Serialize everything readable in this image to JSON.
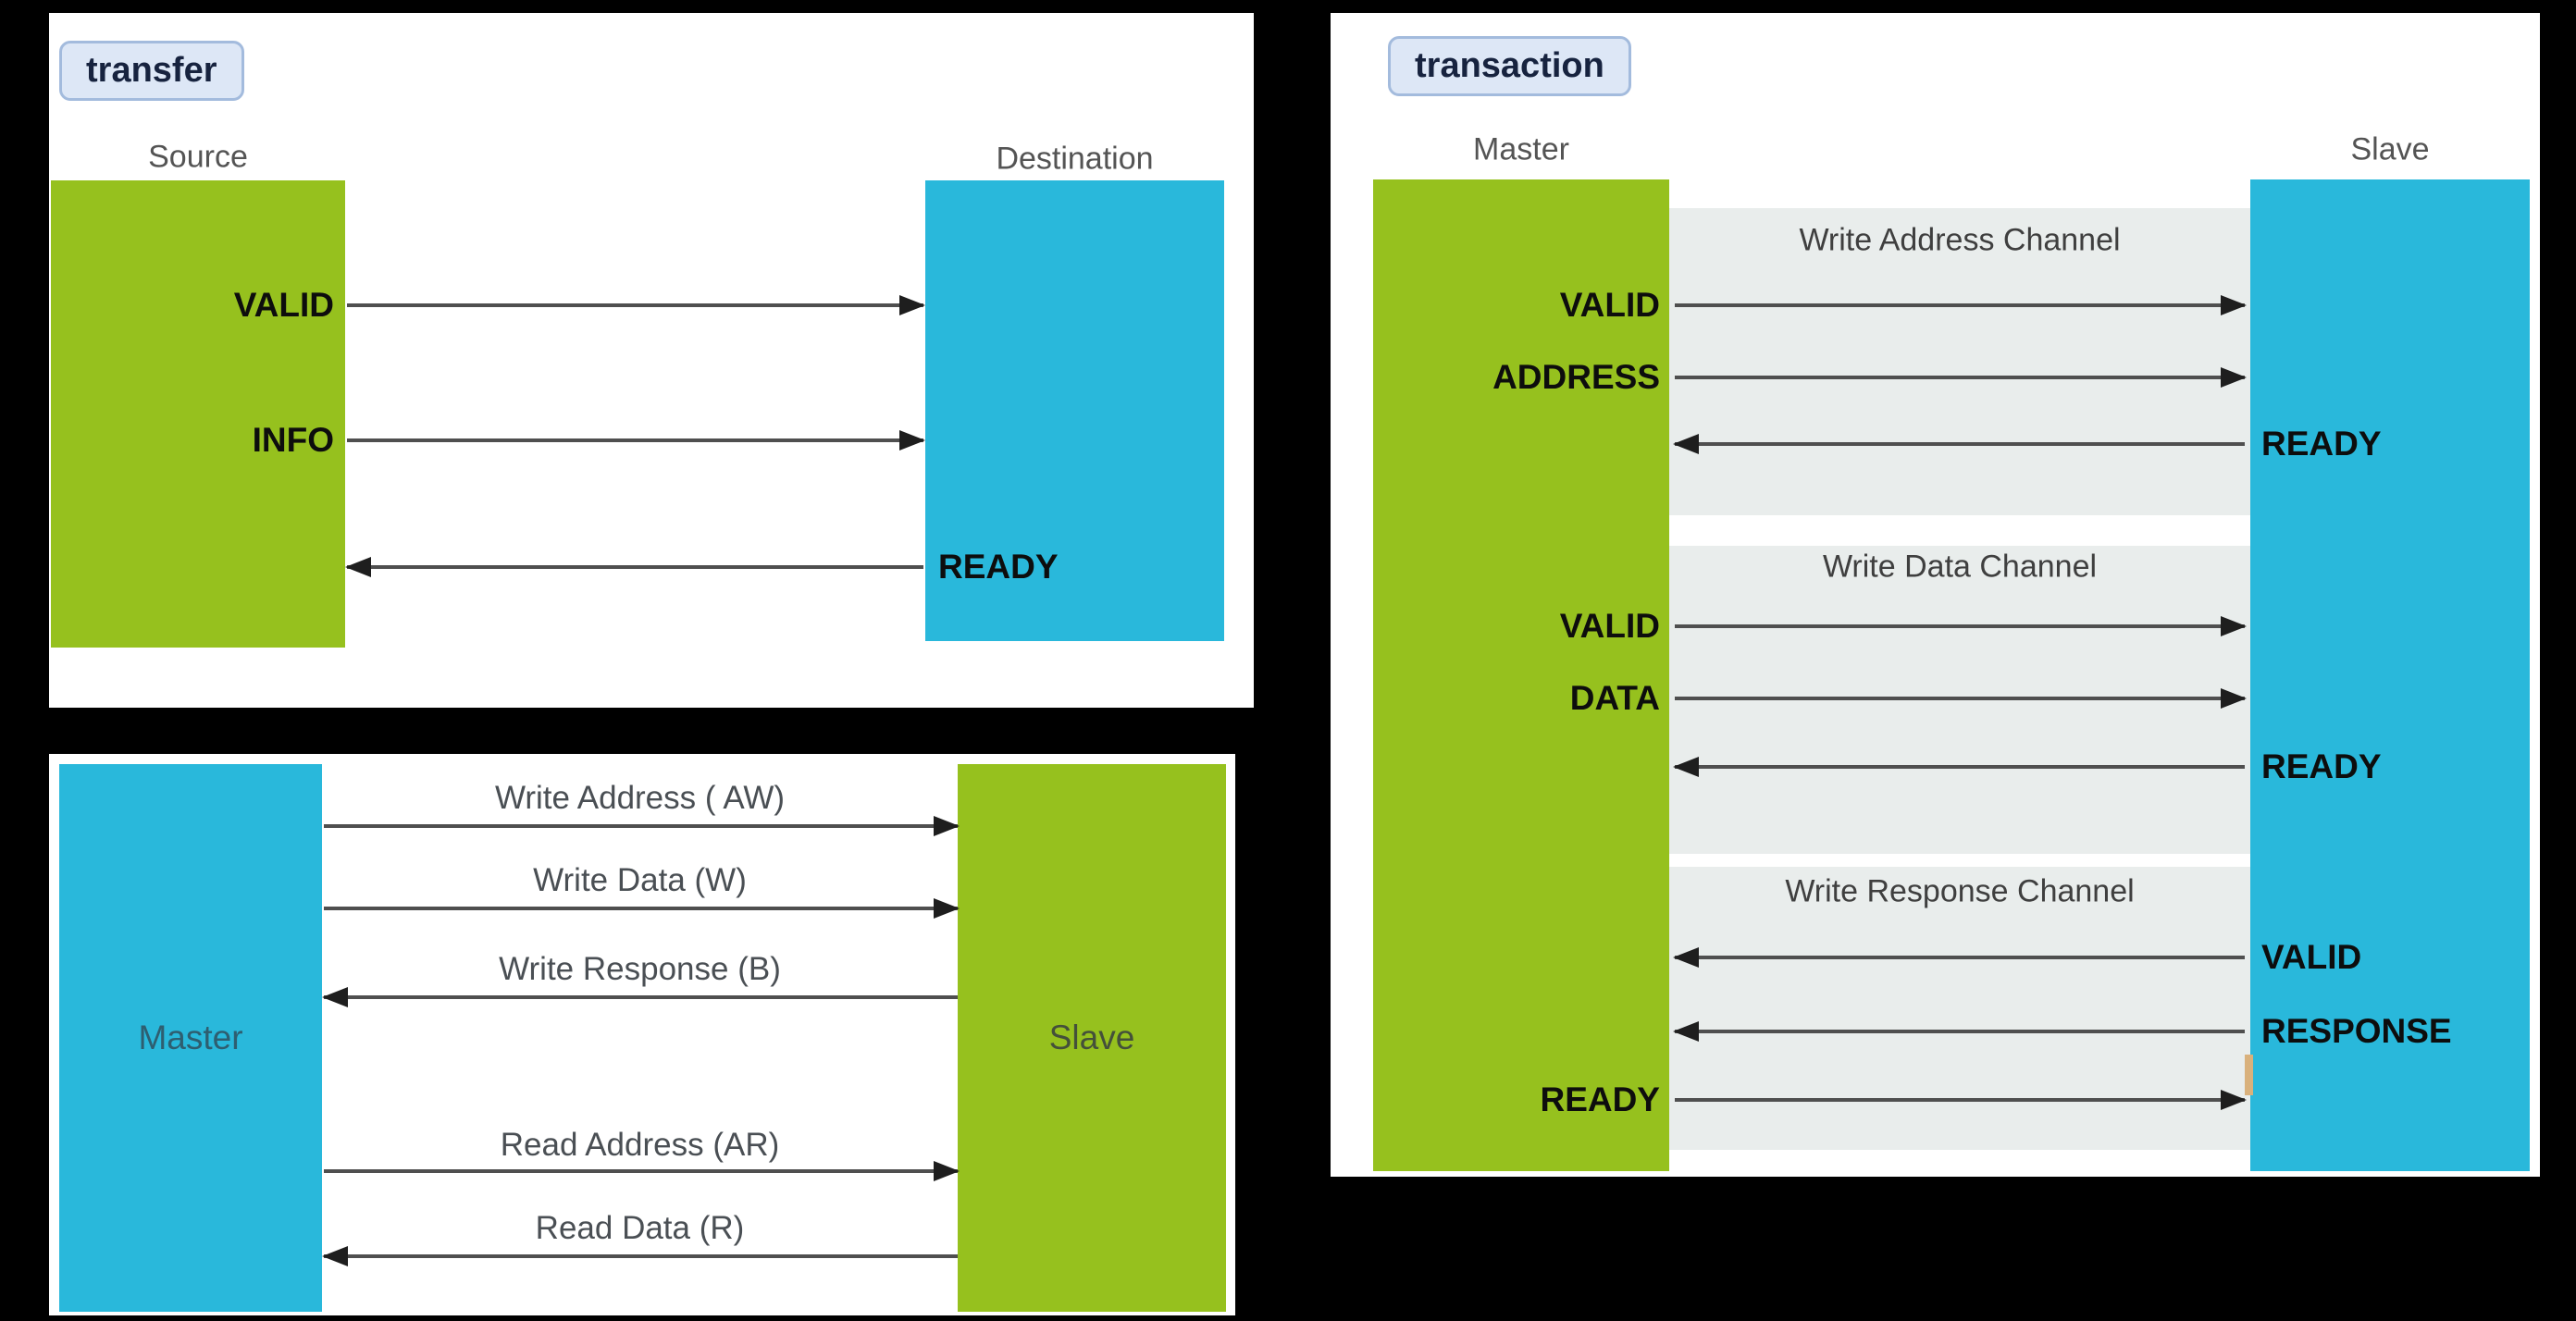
{
  "colors": {
    "page_bg": "#000000",
    "panel_bg": "#FFFFFF",
    "green_block": "#96C11E",
    "blue_block": "#29B8DB",
    "channel_band": "#E9EDEC",
    "badge_bg": "#DDE7F6",
    "badge_border": "#A3BBDD",
    "badge_text": "#17233F",
    "arrow_shaft": "#4F4F4F",
    "arrow_head": "#1E1E1E",
    "signal_text": "#0D0D0D",
    "heading_text": "#545454",
    "master_name_text": "#2E5E70",
    "slave_name_text": "#44503A",
    "channel_label_text": "#4A4F54",
    "artifact_tan": "#D9B17C"
  },
  "transfer_panel": {
    "badge_label": "transfer",
    "source_title": "Source",
    "destination_title": "Destination",
    "signals": [
      {
        "name": "VALID",
        "direction": "right"
      },
      {
        "name": "INFO",
        "direction": "right"
      },
      {
        "name": "READY",
        "direction": "left"
      }
    ]
  },
  "interface_panel": {
    "master_title": "Master",
    "slave_title": "Slave",
    "channels": [
      {
        "label": "Write Address ( AW)",
        "direction": "right"
      },
      {
        "label": "Write Data (W)",
        "direction": "right"
      },
      {
        "label": "Write Response (B)",
        "direction": "left"
      },
      {
        "label": "Read Address (AR)",
        "direction": "right"
      },
      {
        "label": "Read Data (R)",
        "direction": "left"
      }
    ]
  },
  "transaction_panel": {
    "badge_label": "transaction",
    "master_title": "Master",
    "slave_title": "Slave",
    "channels": [
      {
        "title": "Write Address Channel",
        "signals": [
          {
            "name": "VALID",
            "direction": "right",
            "side": "master"
          },
          {
            "name": "ADDRESS",
            "direction": "right",
            "side": "master"
          },
          {
            "name": "READY",
            "direction": "left",
            "side": "slave"
          }
        ]
      },
      {
        "title": "Write Data Channel",
        "signals": [
          {
            "name": "VALID",
            "direction": "right",
            "side": "master"
          },
          {
            "name": "DATA",
            "direction": "right",
            "side": "master"
          },
          {
            "name": "READY",
            "direction": "left",
            "side": "slave"
          }
        ]
      },
      {
        "title": "Write Response Channel",
        "signals": [
          {
            "name": "VALID",
            "direction": "left",
            "side": "slave"
          },
          {
            "name": "RESPONSE",
            "direction": "left",
            "side": "slave"
          },
          {
            "name": "READY",
            "direction": "right",
            "side": "master"
          }
        ]
      }
    ]
  }
}
